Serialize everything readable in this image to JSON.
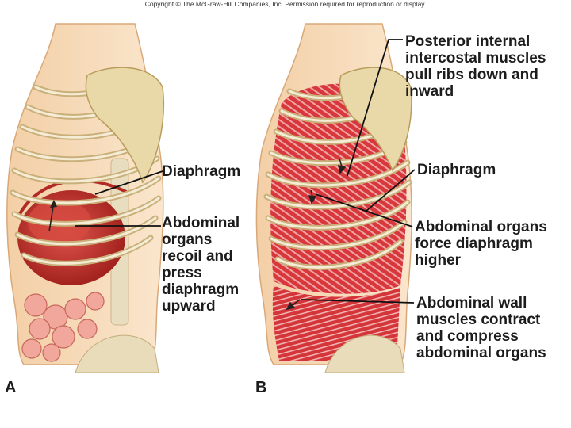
{
  "copyright": "Copyright © The McGraw-Hill Companies, Inc. Permission required for reproduction or display.",
  "panels": {
    "a": {
      "letter": "A",
      "labels": {
        "diaphragm": "Diaphragm",
        "abdominal_organs": [
          "Abdominal",
          "organs",
          "recoil and",
          "press",
          "diaphragm",
          "upward"
        ]
      }
    },
    "b": {
      "letter": "B",
      "labels": {
        "intercostal": [
          "Posterior internal",
          "intercostal muscles",
          "pull ribs down and",
          "inward"
        ],
        "diaphragm": "Diaphragm",
        "abdominal_organs": [
          "Abdominal organs",
          "force diaphragm",
          "higher"
        ],
        "abdominal_wall": [
          "Abdominal wall",
          "muscles contract",
          "and compress",
          "abdominal organs"
        ]
      }
    }
  },
  "colors": {
    "skin": "#f6d9b6",
    "bone": "#efe2c2",
    "muscle": "#d9373a",
    "organ": "#c8302a",
    "intestine": "#f0a59a"
  }
}
